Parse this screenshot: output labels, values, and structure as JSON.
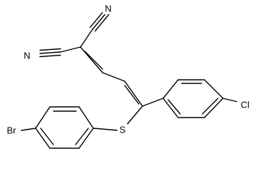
{
  "diagram": {
    "type": "chemical-structure",
    "atom_labels": {
      "nitrile_top": "N",
      "nitrile_left": "N",
      "chlorine": "Cl",
      "sulfur": "S",
      "bromine": "Br"
    },
    "colors": {
      "bond": "#000000",
      "text": "#000000",
      "background": "#ffffff"
    }
  }
}
